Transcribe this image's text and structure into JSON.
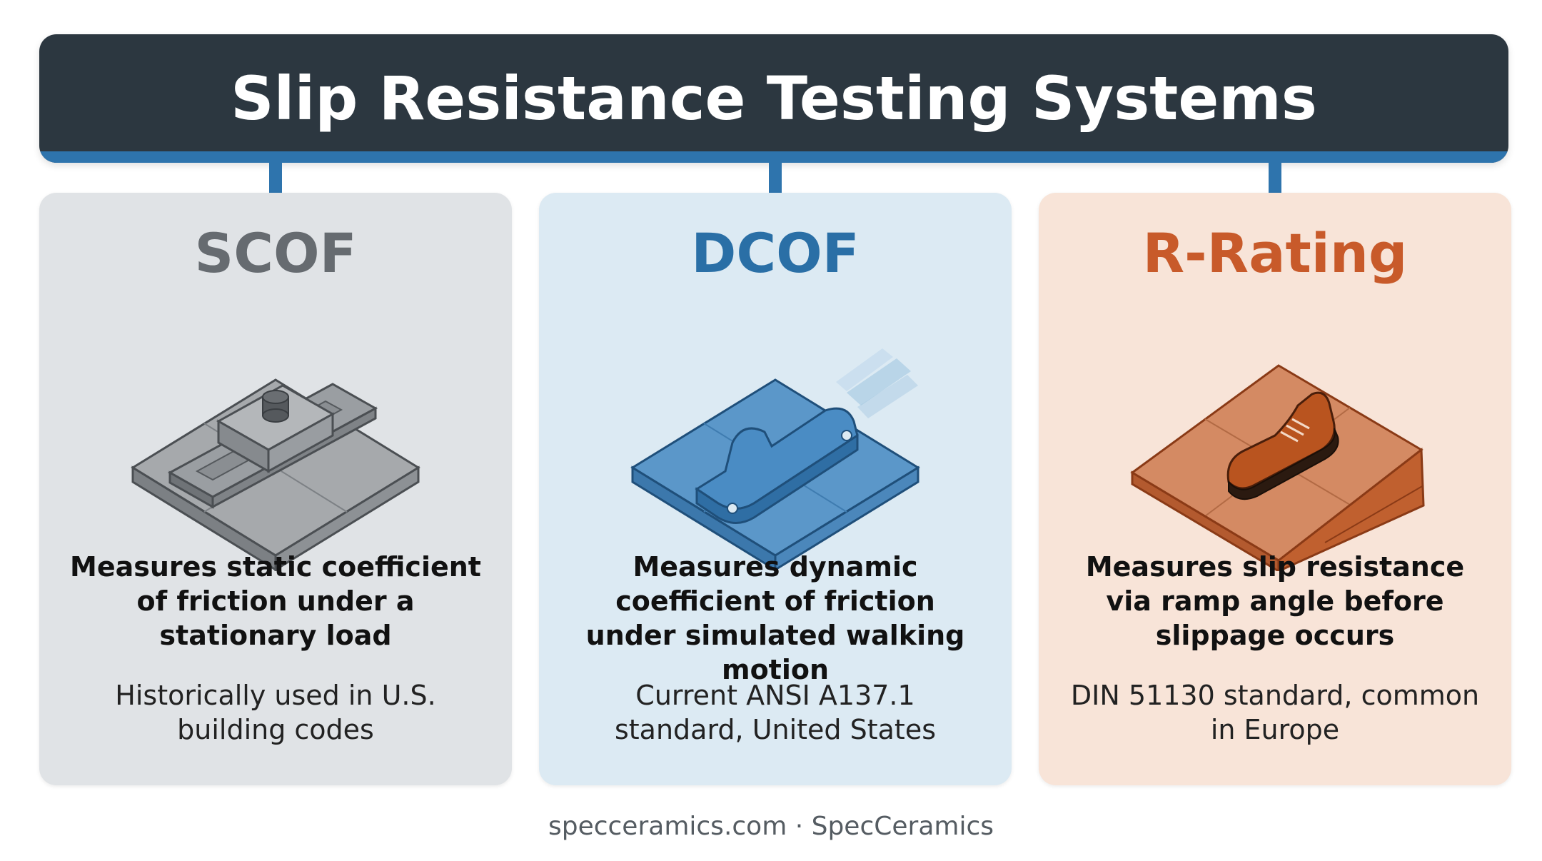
{
  "header": {
    "title": "Slip Resistance Testing Systems"
  },
  "colors": {
    "header_bg": "#2c3740",
    "accent_blue": "#2e74ad",
    "scof_gray": "#666b70",
    "dcof_blue": "#2a6fa6",
    "r_orange": "#c85a2a"
  },
  "cards": [
    {
      "title": "SCOF",
      "icon": "static-friction-tester-icon",
      "description": "Measures static coefficient of friction under a stationary load",
      "note": "Historically used in U.S. building codes"
    },
    {
      "title": "DCOF",
      "icon": "dynamic-friction-tester-icon",
      "description": "Measures dynamic coefficient of friction under simulated walking motion",
      "note": "Current ANSI A137.1 standard, United States"
    },
    {
      "title": "R-Rating",
      "icon": "ramp-shoe-icon",
      "description": "Measures slip resistance via ramp angle before slippage occurs",
      "note": "DIN 51130 standard, common in Europe"
    }
  ],
  "footer": {
    "text": "specceramics.com · SpecCeramics"
  }
}
